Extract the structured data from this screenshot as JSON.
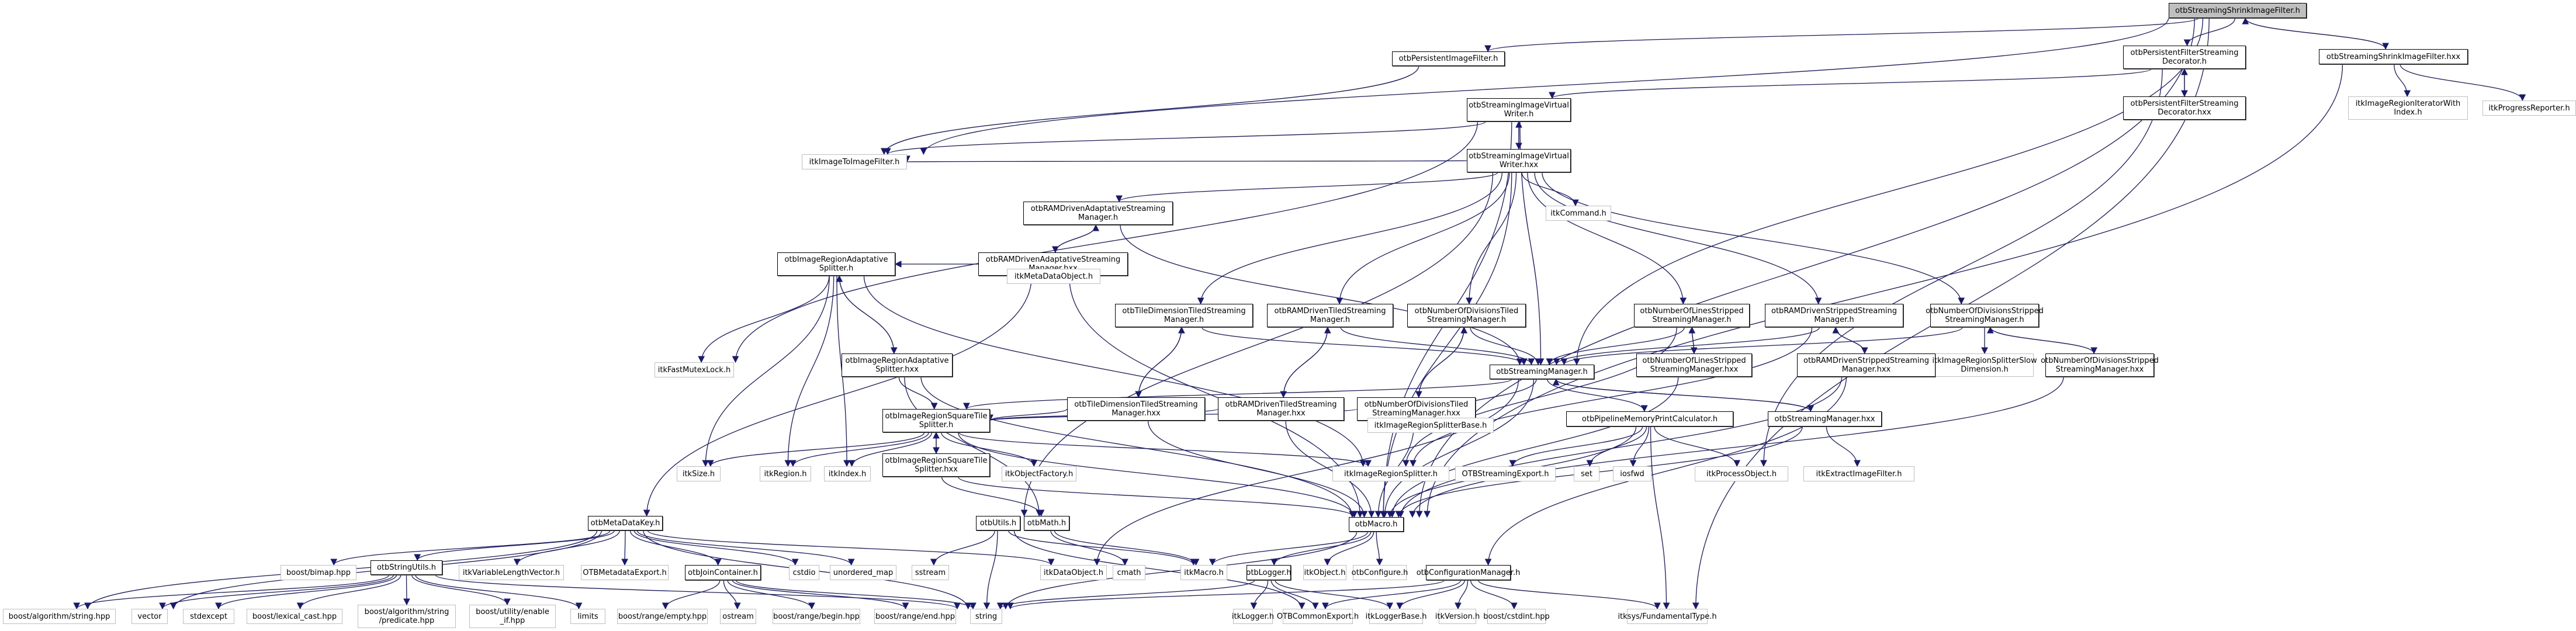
{
  "graph": {
    "title": "otbStreamingShrinkImageFilter.h",
    "root": "n_root",
    "colors": {
      "edge": "#191970",
      "internal_border": "#000000",
      "external_border": "#bfbfbf",
      "root_fill": "#bfbfbf"
    },
    "nodes": [
      {
        "id": "n_root",
        "label": "otbStreamingShrinkImageFilter.h",
        "kind": "root"
      },
      {
        "id": "n_pif",
        "label": "otbPersistentImageFilter.h",
        "kind": "internal"
      },
      {
        "id": "n_pfsd",
        "label": "otbPersistentFilterStreaming\nDecorator.h",
        "kind": "internal"
      },
      {
        "id": "n_pfsdx",
        "label": "otbPersistentFilterStreaming\nDecorator.hxx",
        "kind": "internal"
      },
      {
        "id": "n_ssifx",
        "label": "otbStreamingShrinkImageFilter.hxx",
        "kind": "internal"
      },
      {
        "id": "n_iriwi",
        "label": "itkImageRegionIteratorWith\nIndex.h",
        "kind": "external"
      },
      {
        "id": "n_prog",
        "label": "itkProgressReporter.h",
        "kind": "external"
      },
      {
        "id": "n_sivw",
        "label": "otbStreamingImageVirtual\nWriter.h",
        "kind": "internal"
      },
      {
        "id": "n_sivwx",
        "label": "otbStreamingImageVirtual\nWriter.hxx",
        "kind": "internal"
      },
      {
        "id": "n_itif",
        "label": "itkImageToImageFilter.h",
        "kind": "external"
      },
      {
        "id": "n_cmd",
        "label": "itkCommand.h",
        "kind": "external"
      },
      {
        "id": "n_rdasm",
        "label": "otbRAMDrivenAdaptativeStreaming\nManager.h",
        "kind": "internal"
      },
      {
        "id": "n_rdasmx",
        "label": "otbRAMDrivenAdaptativeStreaming\nManager.hxx",
        "kind": "internal"
      },
      {
        "id": "n_mdo",
        "label": "itkMetaDataObject.h",
        "kind": "external"
      },
      {
        "id": "n_iras",
        "label": "otbImageRegionAdaptative\nSplitter.h",
        "kind": "internal"
      },
      {
        "id": "n_irasx",
        "label": "otbImageRegionAdaptative\nSplitter.hxx",
        "kind": "internal"
      },
      {
        "id": "n_fml",
        "label": "itkFastMutexLock.h",
        "kind": "external"
      },
      {
        "id": "n_tdtsm",
        "label": "otbTileDimensionTiledStreaming\nManager.h",
        "kind": "internal"
      },
      {
        "id": "n_tdtsmx",
        "label": "otbTileDimensionTiledStreaming\nManager.hxx",
        "kind": "internal"
      },
      {
        "id": "n_rdtsm",
        "label": "otbRAMDrivenTiledStreaming\nManager.h",
        "kind": "internal"
      },
      {
        "id": "n_rdtsmx",
        "label": "otbRAMDrivenTiledStreaming\nManager.hxx",
        "kind": "internal"
      },
      {
        "id": "n_nodtsm",
        "label": "otbNumberOfDivisionsTiled\nStreamingManager.h",
        "kind": "internal"
      },
      {
        "id": "n_nodtsmx",
        "label": "otbNumberOfDivisionsTiled\nStreamingManager.hxx",
        "kind": "internal"
      },
      {
        "id": "n_sm",
        "label": "otbStreamingManager.h",
        "kind": "internal"
      },
      {
        "id": "n_smx",
        "label": "otbStreamingManager.hxx",
        "kind": "internal"
      },
      {
        "id": "n_nolssm",
        "label": "otbNumberOfLinesStripped\nStreamingManager.h",
        "kind": "internal"
      },
      {
        "id": "n_nolssmx",
        "label": "otbNumberOfLinesStripped\nStreamingManager.hxx",
        "kind": "internal"
      },
      {
        "id": "n_rdssm",
        "label": "otbRAMDrivenStrippedStreaming\nManager.h",
        "kind": "internal"
      },
      {
        "id": "n_rdssmx",
        "label": "otbRAMDrivenStrippedStreaming\nManager.hxx",
        "kind": "internal"
      },
      {
        "id": "n_nodssm",
        "label": "otbNumberOfDivisionsStripped\nStreamingManager.h",
        "kind": "internal"
      },
      {
        "id": "n_nodssmx",
        "label": "otbNumberOfDivisionsStripped\nStreamingManager.hxx",
        "kind": "internal"
      },
      {
        "id": "n_irssd",
        "label": "itkImageRegionSplitterSlow\nDimension.h",
        "kind": "external"
      },
      {
        "id": "n_irsb",
        "label": "itkImageRegionSplitterBase.h",
        "kind": "external"
      },
      {
        "id": "n_pmpc",
        "label": "otbPipelineMemoryPrintCalculator.h",
        "kind": "internal"
      },
      {
        "id": "n_irsts",
        "label": "otbImageRegionSquareTile\nSplitter.h",
        "kind": "internal"
      },
      {
        "id": "n_irstsx",
        "label": "otbImageRegionSquareTile\nSplitter.hxx",
        "kind": "internal"
      },
      {
        "id": "n_size",
        "label": "itkSize.h",
        "kind": "external"
      },
      {
        "id": "n_region",
        "label": "itkRegion.h",
        "kind": "external"
      },
      {
        "id": "n_index",
        "label": "itkIndex.h",
        "kind": "external"
      },
      {
        "id": "n_of",
        "label": "itkObjectFactory.h",
        "kind": "external"
      },
      {
        "id": "n_irs",
        "label": "itkImageRegionSplitter.h",
        "kind": "external"
      },
      {
        "id": "n_otbse",
        "label": "OTBStreamingExport.h",
        "kind": "external"
      },
      {
        "id": "n_set",
        "label": "set",
        "kind": "external"
      },
      {
        "id": "n_iosfwd",
        "label": "iosfwd",
        "kind": "external"
      },
      {
        "id": "n_po",
        "label": "itkProcessObject.h",
        "kind": "external"
      },
      {
        "id": "n_eif",
        "label": "itkExtractImageFilter.h",
        "kind": "external"
      },
      {
        "id": "n_mdk",
        "label": "otbMetaDataKey.h",
        "kind": "internal"
      },
      {
        "id": "n_utils",
        "label": "otbUtils.h",
        "kind": "internal"
      },
      {
        "id": "n_math",
        "label": "otbMath.h",
        "kind": "internal"
      },
      {
        "id": "n_macro",
        "label": "otbMacro.h",
        "kind": "internal"
      },
      {
        "id": "n_bimap",
        "label": "boost/bimap.hpp",
        "kind": "external"
      },
      {
        "id": "n_su",
        "label": "otbStringUtils.h",
        "kind": "internal"
      },
      {
        "id": "n_vlv",
        "label": "itkVariableLengthVector.h",
        "kind": "external"
      },
      {
        "id": "n_otbme",
        "label": "OTBMetadataExport.h",
        "kind": "external"
      },
      {
        "id": "n_jc",
        "label": "otbJoinContainer.h",
        "kind": "internal"
      },
      {
        "id": "n_cstdio",
        "label": "cstdio",
        "kind": "external"
      },
      {
        "id": "n_umap",
        "label": "unordered_map",
        "kind": "external"
      },
      {
        "id": "n_sstream",
        "label": "sstream",
        "kind": "external"
      },
      {
        "id": "n_do",
        "label": "itkDataObject.h",
        "kind": "external"
      },
      {
        "id": "n_cmath",
        "label": "cmath",
        "kind": "external"
      },
      {
        "id": "n_itkmacro",
        "label": "itkMacro.h",
        "kind": "external"
      },
      {
        "id": "n_logger",
        "label": "otbLogger.h",
        "kind": "internal"
      },
      {
        "id": "n_itkobj",
        "label": "itkObject.h",
        "kind": "external"
      },
      {
        "id": "n_conf",
        "label": "otbConfigure.h",
        "kind": "external"
      },
      {
        "id": "n_cm",
        "label": "otbConfigurationManager.h",
        "kind": "internal"
      },
      {
        "id": "n_bas",
        "label": "boost/algorithm/string.hpp",
        "kind": "external"
      },
      {
        "id": "n_vector",
        "label": "vector",
        "kind": "external"
      },
      {
        "id": "n_stdexcept",
        "label": "stdexcept",
        "kind": "external"
      },
      {
        "id": "n_blc",
        "label": "boost/lexical_cast.hpp",
        "kind": "external"
      },
      {
        "id": "n_basp",
        "label": "boost/algorithm/string\n/predicate.hpp",
        "kind": "external"
      },
      {
        "id": "n_bue",
        "label": "boost/utility/enable\n_if.hpp",
        "kind": "external"
      },
      {
        "id": "n_limits",
        "label": "limits",
        "kind": "external"
      },
      {
        "id": "n_bre",
        "label": "boost/range/empty.hpp",
        "kind": "external"
      },
      {
        "id": "n_ostream",
        "label": "ostream",
        "kind": "external"
      },
      {
        "id": "n_brb",
        "label": "boost/range/begin.hpp",
        "kind": "external"
      },
      {
        "id": "n_brend",
        "label": "boost/range/end.hpp",
        "kind": "external"
      },
      {
        "id": "n_string",
        "label": "string",
        "kind": "external"
      },
      {
        "id": "n_itklogger",
        "label": "itkLogger.h",
        "kind": "external"
      },
      {
        "id": "n_otbce",
        "label": "OTBCommonExport.h",
        "kind": "external"
      },
      {
        "id": "n_itklb",
        "label": "itkLoggerBase.h",
        "kind": "external"
      },
      {
        "id": "n_itkver",
        "label": "itkVersion.h",
        "kind": "external"
      },
      {
        "id": "n_bcstdint",
        "label": "boost/cstdint.hpp",
        "kind": "external"
      },
      {
        "id": "n_itksys",
        "label": "itksys/FundamentalType.h",
        "kind": "external"
      }
    ],
    "edges": [
      [
        "n_root",
        "n_pif"
      ],
      [
        "n_root",
        "n_pfsd"
      ],
      [
        "n_root",
        "n_ssifx"
      ],
      [
        "n_root",
        "n_macro"
      ],
      [
        "n_root",
        "n_itif"
      ],
      [
        "n_root",
        "n_sm"
      ],
      [
        "n_ssifx",
        "n_root"
      ],
      [
        "n_ssifx",
        "n_iriwi"
      ],
      [
        "n_ssifx",
        "n_prog"
      ],
      [
        "n_ssifx",
        "n_macro"
      ],
      [
        "n_pif",
        "n_itif"
      ],
      [
        "n_pfsd",
        "n_sivw"
      ],
      [
        "n_pfsd",
        "n_pfsdx"
      ],
      [
        "n_pfsdx",
        "n_pfsd"
      ],
      [
        "n_pfsd",
        "n_po"
      ],
      [
        "n_sivw",
        "n_itif"
      ],
      [
        "n_sivw",
        "n_sivwx"
      ],
      [
        "n_sivwx",
        "n_sivw"
      ],
      [
        "n_sivw",
        "n_fml"
      ],
      [
        "n_sivw",
        "n_sm"
      ],
      [
        "n_sivw",
        "n_macro"
      ],
      [
        "n_sivwx",
        "n_itif"
      ],
      [
        "n_sivwx",
        "n_cmd"
      ],
      [
        "n_sivwx",
        "n_rdasm"
      ],
      [
        "n_sivwx",
        "n_tdtsm"
      ],
      [
        "n_sivwx",
        "n_rdtsm"
      ],
      [
        "n_sivwx",
        "n_nodtsm"
      ],
      [
        "n_sivwx",
        "n_nolssm"
      ],
      [
        "n_sivwx",
        "n_rdssm"
      ],
      [
        "n_sivwx",
        "n_nodssm"
      ],
      [
        "n_sivwx",
        "n_macro"
      ],
      [
        "n_sivwx",
        "n_utils"
      ],
      [
        "n_rdasm",
        "n_rdasmx"
      ],
      [
        "n_rdasmx",
        "n_rdasm"
      ],
      [
        "n_rdasm",
        "n_sm"
      ],
      [
        "n_rdasmx",
        "n_iras"
      ],
      [
        "n_rdasmx",
        "n_mdo"
      ],
      [
        "n_rdasmx",
        "n_mdk"
      ],
      [
        "n_rdasmx",
        "n_macro"
      ],
      [
        "n_iras",
        "n_irasx"
      ],
      [
        "n_irasx",
        "n_iras"
      ],
      [
        "n_iras",
        "n_fml"
      ],
      [
        "n_iras",
        "n_size"
      ],
      [
        "n_iras",
        "n_region"
      ],
      [
        "n_iras",
        "n_index"
      ],
      [
        "n_iras",
        "n_irs"
      ],
      [
        "n_irasx",
        "n_irsts"
      ],
      [
        "n_irasx",
        "n_math"
      ],
      [
        "n_irasx",
        "n_macro"
      ],
      [
        "n_tdtsm",
        "n_tdtsmx"
      ],
      [
        "n_tdtsmx",
        "n_tdtsm"
      ],
      [
        "n_tdtsm",
        "n_sm"
      ],
      [
        "n_tdtsmx",
        "n_irsts"
      ],
      [
        "n_tdtsmx",
        "n_macro"
      ],
      [
        "n_rdtsm",
        "n_rdtsmx"
      ],
      [
        "n_rdtsmx",
        "n_rdtsm"
      ],
      [
        "n_rdtsm",
        "n_sm"
      ],
      [
        "n_rdtsmx",
        "n_irsts"
      ],
      [
        "n_rdtsmx",
        "n_macro"
      ],
      [
        "n_nodtsm",
        "n_nodtsmx"
      ],
      [
        "n_nodtsmx",
        "n_nodtsm"
      ],
      [
        "n_nodtsm",
        "n_sm"
      ],
      [
        "n_nodtsmx",
        "n_irsts"
      ],
      [
        "n_nodtsmx",
        "n_macro"
      ],
      [
        "n_nolssm",
        "n_nolssmx"
      ],
      [
        "n_nolssmx",
        "n_nolssm"
      ],
      [
        "n_nolssm",
        "n_sm"
      ],
      [
        "n_nolssm",
        "n_irs"
      ],
      [
        "n_nolssmx",
        "n_macro"
      ],
      [
        "n_rdssm",
        "n_rdssmx"
      ],
      [
        "n_rdssmx",
        "n_rdssm"
      ],
      [
        "n_rdssm",
        "n_sm"
      ],
      [
        "n_rdssm",
        "n_irs"
      ],
      [
        "n_rdssmx",
        "n_macro"
      ],
      [
        "n_nodssm",
        "n_nodssmx"
      ],
      [
        "n_nodssmx",
        "n_nodssm"
      ],
      [
        "n_nodssm",
        "n_sm"
      ],
      [
        "n_nodssm",
        "n_irssd"
      ],
      [
        "n_nodssmx",
        "n_macro"
      ],
      [
        "n_sm",
        "n_irsb"
      ],
      [
        "n_sm",
        "n_pmpc"
      ],
      [
        "n_sm",
        "n_smx"
      ],
      [
        "n_smx",
        "n_sm"
      ],
      [
        "n_sm",
        "n_do"
      ],
      [
        "n_sm",
        "n_irsts"
      ],
      [
        "n_sm",
        "n_macro"
      ],
      [
        "n_smx",
        "n_eif"
      ],
      [
        "n_smx",
        "n_macro"
      ],
      [
        "n_pmpc",
        "n_otbse"
      ],
      [
        "n_pmpc",
        "n_set"
      ],
      [
        "n_pmpc",
        "n_iosfwd"
      ],
      [
        "n_pmpc",
        "n_po"
      ],
      [
        "n_pmpc",
        "n_macro"
      ],
      [
        "n_irsts",
        "n_irstsx"
      ],
      [
        "n_irstsx",
        "n_irsts"
      ],
      [
        "n_irsts",
        "n_size"
      ],
      [
        "n_irsts",
        "n_region"
      ],
      [
        "n_irsts",
        "n_index"
      ],
      [
        "n_irsts",
        "n_of"
      ],
      [
        "n_irsts",
        "n_irs"
      ],
      [
        "n_irsts",
        "n_macro"
      ],
      [
        "n_irstsx",
        "n_math"
      ],
      [
        "n_irstsx",
        "n_macro"
      ],
      [
        "n_mdk",
        "n_bimap"
      ],
      [
        "n_mdk",
        "n_su"
      ],
      [
        "n_mdk",
        "n_vlv"
      ],
      [
        "n_mdk",
        "n_otbme"
      ],
      [
        "n_mdk",
        "n_jc"
      ],
      [
        "n_mdk",
        "n_cstdio"
      ],
      [
        "n_mdk",
        "n_umap"
      ],
      [
        "n_mdk",
        "n_do"
      ],
      [
        "n_mdk",
        "n_bas"
      ],
      [
        "n_mdk",
        "n_vector"
      ],
      [
        "n_mdk",
        "n_string"
      ],
      [
        "n_su",
        "n_bas"
      ],
      [
        "n_su",
        "n_vector"
      ],
      [
        "n_su",
        "n_stdexcept"
      ],
      [
        "n_su",
        "n_blc"
      ],
      [
        "n_su",
        "n_basp"
      ],
      [
        "n_su",
        "n_bue"
      ],
      [
        "n_su",
        "n_limits"
      ],
      [
        "n_su",
        "n_string"
      ],
      [
        "n_jc",
        "n_bre"
      ],
      [
        "n_jc",
        "n_ostream"
      ],
      [
        "n_jc",
        "n_brb"
      ],
      [
        "n_jc",
        "n_brend"
      ],
      [
        "n_jc",
        "n_string"
      ],
      [
        "n_utils",
        "n_sstream"
      ],
      [
        "n_utils",
        "n_string"
      ],
      [
        "n_utils",
        "n_itkmacro"
      ],
      [
        "n_utils",
        "n_otbce"
      ],
      [
        "n_math",
        "n_cmath"
      ],
      [
        "n_math",
        "n_itkmacro"
      ],
      [
        "n_macro",
        "n_itkmacro"
      ],
      [
        "n_macro",
        "n_logger"
      ],
      [
        "n_macro",
        "n_itkobj"
      ],
      [
        "n_macro",
        "n_conf"
      ],
      [
        "n_macro",
        "n_string"
      ],
      [
        "n_logger",
        "n_itklogger"
      ],
      [
        "n_logger",
        "n_otbce"
      ],
      [
        "n_logger",
        "n_itklb"
      ],
      [
        "n_logger",
        "n_string"
      ],
      [
        "n_cm",
        "n_otbce"
      ],
      [
        "n_cm",
        "n_itklb"
      ],
      [
        "n_cm",
        "n_itkver"
      ],
      [
        "n_cm",
        "n_bcstdint"
      ],
      [
        "n_cm",
        "n_itksys"
      ],
      [
        "n_cm",
        "n_string"
      ],
      [
        "n_rdssmx",
        "n_cm"
      ],
      [
        "n_pmpc",
        "n_itksys"
      ],
      [
        "n_root",
        "n_itksys"
      ]
    ]
  }
}
